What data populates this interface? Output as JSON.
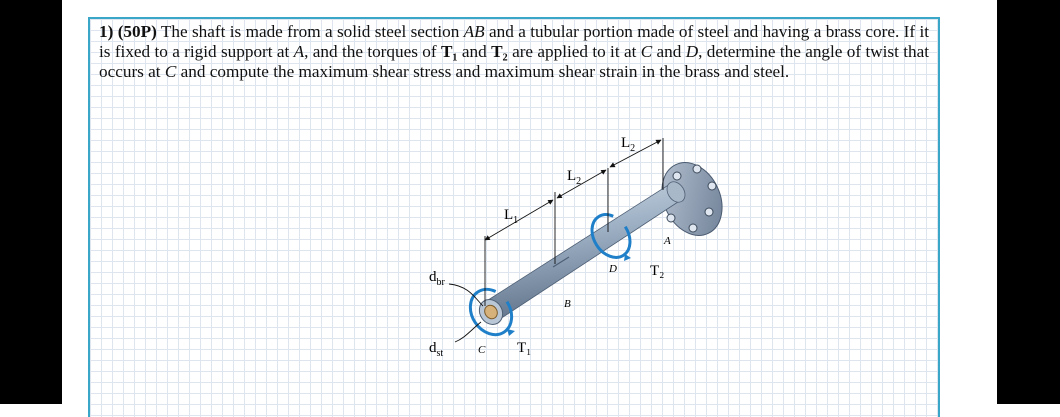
{
  "problem": {
    "number": "1)",
    "points": "(50P)",
    "seg1": " The shaft is made from a solid steel section ",
    "ab": "AB",
    "seg2": " and a tubular portion made of steel and having a brass core. If it is fixed to a rigid support at ",
    "a": "A",
    "seg3": ", and the torques of ",
    "t1": "T₁",
    "seg4": " and ",
    "t2": "T₂",
    "seg5": " are applied to it at ",
    "c": "C",
    "seg6": " and ",
    "d": "D",
    "seg7": ", determine the angle of twist that occurs at ",
    "c2": "C",
    "seg8": " and compute the maximum shear stress and maximum shear strain in the brass and steel."
  },
  "figure": {
    "label_L1": "L",
    "label_L1_sub": "1",
    "label_L2a": "L",
    "label_L2a_sub": "2",
    "label_L2b": "L",
    "label_L2b_sub": "2",
    "label_dbr": "d",
    "label_dbr_sub": "br",
    "label_dst": "d",
    "label_dst_sub": "st",
    "label_C": "C",
    "label_T1": "T₁",
    "label_B": "B",
    "label_D": "D",
    "label_T2": "T₂",
    "label_A": "A",
    "colors": {
      "shaft": "#8fa3b8",
      "torque": "#1f7fc8",
      "wall": "#7f8fa5"
    }
  }
}
